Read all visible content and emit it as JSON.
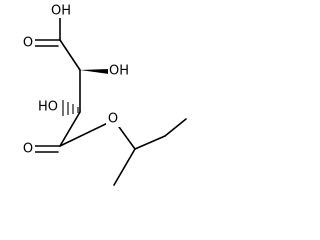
{
  "molecule": {
    "labels": {
      "carboxyl_oh": "OH",
      "carboxyl_o": "O",
      "c2_oh": "OH",
      "c3_oh": "HO",
      "ester_carbonyl_o": "O",
      "ester_o": "O"
    },
    "stereo": {
      "c2_oh_bond": "wedge",
      "c3_oh_bond": "hash"
    }
  }
}
